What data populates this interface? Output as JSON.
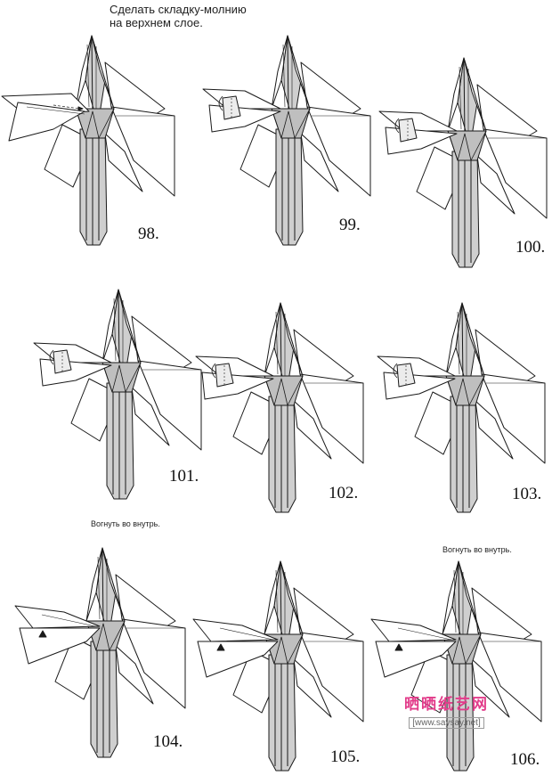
{
  "instructions": {
    "top": "Сделать складку-молнию\nна верхнем слое.",
    "step_104": "Вогнуть во внутрь.",
    "step_106": "Вогнуть во внутрь."
  },
  "steps": [
    {
      "label": "98.",
      "variant": "first"
    },
    {
      "label": "99.",
      "variant": "mid"
    },
    {
      "label": "100.",
      "variant": "mid"
    },
    {
      "label": "101.",
      "variant": "mid"
    },
    {
      "label": "102.",
      "variant": "mid"
    },
    {
      "label": "103.",
      "variant": "mid"
    },
    {
      "label": "104.",
      "variant": "late"
    },
    {
      "label": "105.",
      "variant": "late"
    },
    {
      "label": "106.",
      "variant": "late"
    }
  ],
  "watermark": {
    "title": "晒晒纸艺网",
    "url": "[www.saysay.net]"
  },
  "colors": {
    "paper": "#ffffff",
    "shade": "#cfcfcf",
    "line": "#1a1a1a",
    "watermark": "#e23c8a"
  }
}
